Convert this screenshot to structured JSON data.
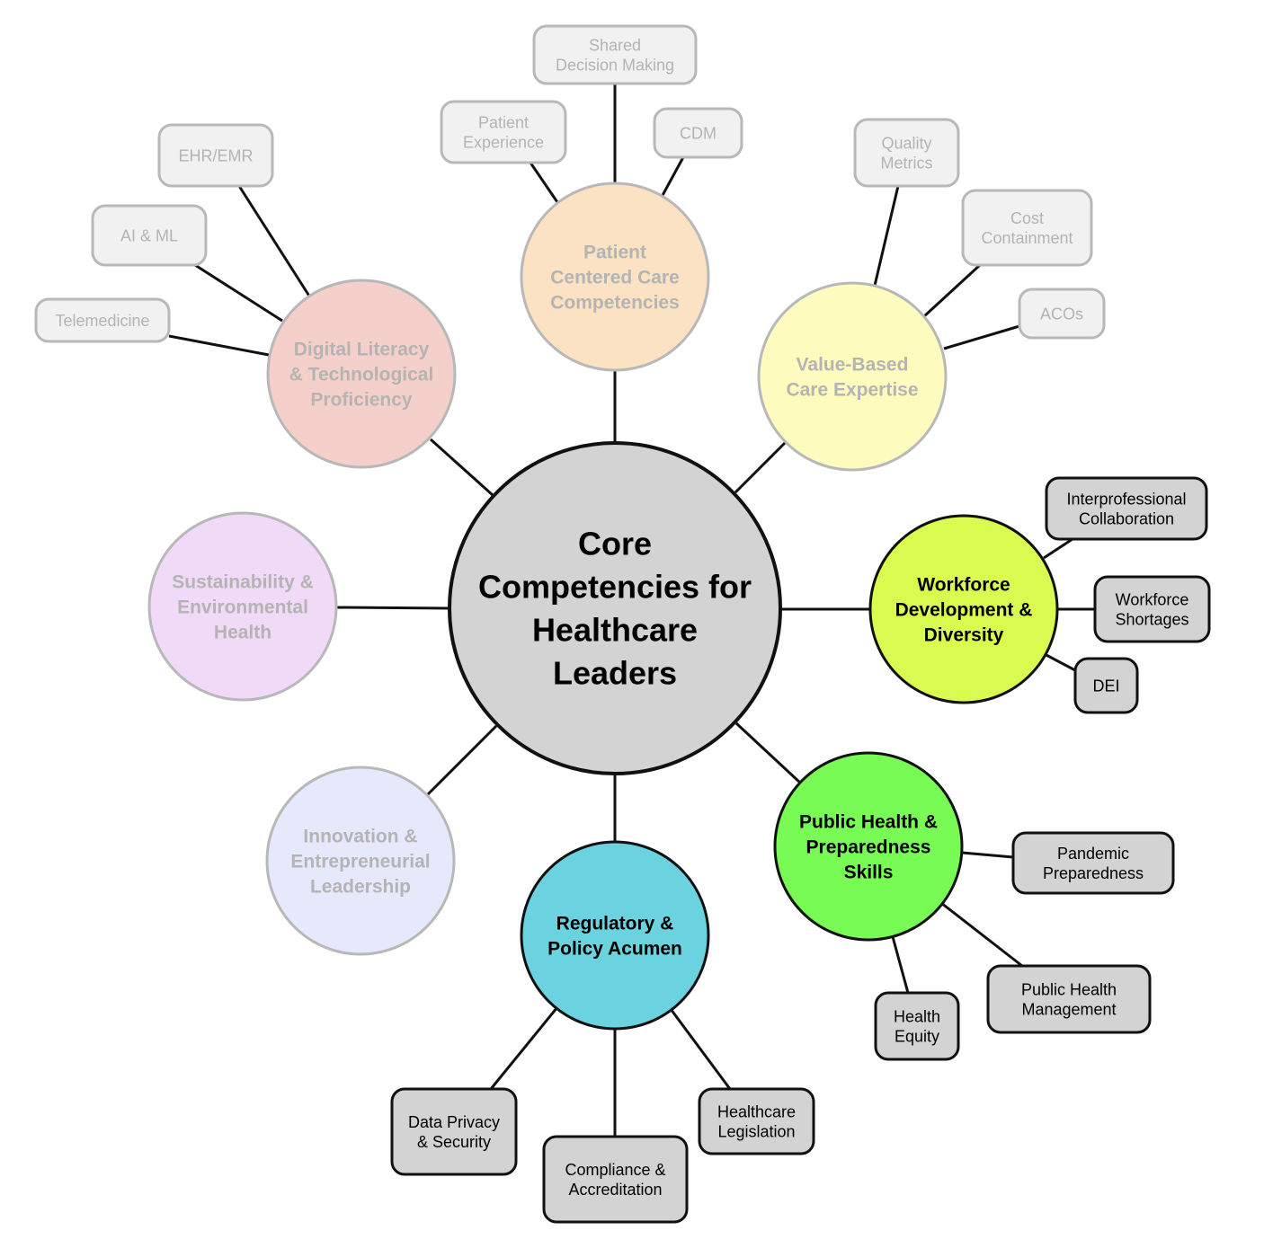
{
  "center": {
    "lines": [
      "Core",
      "Competencies for",
      "Healthcare",
      "Leaders"
    ]
  },
  "topics": [
    {
      "id": "digital",
      "lines": [
        "Digital Literacy",
        "& Technological",
        "Proficiency"
      ],
      "fill": "#f5cfc9",
      "active": false,
      "leaves": [
        {
          "lines": [
            "EHR/EMR"
          ]
        },
        {
          "lines": [
            "AI & ML"
          ]
        },
        {
          "lines": [
            "Telemedicine"
          ]
        }
      ]
    },
    {
      "id": "patient",
      "lines": [
        "Patient",
        "Centered Care",
        "Competencies"
      ],
      "fill": "#fae2c3",
      "active": false,
      "leaves": [
        {
          "lines": [
            "Patient",
            "Experience"
          ]
        },
        {
          "lines": [
            "Shared",
            "Decision Making"
          ]
        },
        {
          "lines": [
            "CDM"
          ]
        }
      ]
    },
    {
      "id": "value",
      "lines": [
        "Value-Based",
        "Care Expertise"
      ],
      "fill": "#fdfbbd",
      "active": false,
      "leaves": [
        {
          "lines": [
            "Quality",
            "Metrics"
          ]
        },
        {
          "lines": [
            "Cost",
            "Containment"
          ]
        },
        {
          "lines": [
            "ACOs"
          ]
        }
      ]
    },
    {
      "id": "workforce",
      "lines": [
        "Workforce",
        "Development &",
        "Diversity"
      ],
      "fill": "#d9fb4f",
      "active": true,
      "leaves": [
        {
          "lines": [
            "Interprofessional",
            "Collaboration"
          ]
        },
        {
          "lines": [
            "Workforce",
            "Shortages"
          ]
        },
        {
          "lines": [
            "DEI"
          ]
        }
      ]
    },
    {
      "id": "publichealth",
      "lines": [
        "Public Health &",
        "Preparedness",
        "Skills"
      ],
      "fill": "#79fb55",
      "active": true,
      "leaves": [
        {
          "lines": [
            "Pandemic",
            "Preparedness"
          ]
        },
        {
          "lines": [
            "Public Health",
            "Management"
          ]
        },
        {
          "lines": [
            "Health",
            "Equity"
          ]
        }
      ]
    },
    {
      "id": "regulatory",
      "lines": [
        "Regulatory &",
        "Policy Acumen"
      ],
      "fill": "#6bd3df",
      "active": true,
      "leaves": [
        {
          "lines": [
            "Data Privacy",
            "& Security"
          ]
        },
        {
          "lines": [
            "Compliance &",
            "Accreditation"
          ]
        },
        {
          "lines": [
            "Healthcare",
            "Legislation"
          ]
        }
      ]
    },
    {
      "id": "innovation",
      "lines": [
        "Innovation &",
        "Entrepreneurial",
        "Leadership"
      ],
      "fill": "#e6e9fb",
      "active": false,
      "leaves": []
    },
    {
      "id": "sustainability",
      "lines": [
        "Sustainability &",
        "Environmental",
        "Health"
      ],
      "fill": "#f1d9f8",
      "active": false,
      "leaves": []
    }
  ],
  "colors": {
    "active_stroke": "#111111",
    "inactive_stroke": "#b8b8b8",
    "active_text": "#000000",
    "inactive_text": "#b4b4b4",
    "center_fill": "#d3d3d3",
    "active_box_fill": "#d3d3d3",
    "inactive_box_fill": "#f1f1f1",
    "connector": "#111111"
  }
}
